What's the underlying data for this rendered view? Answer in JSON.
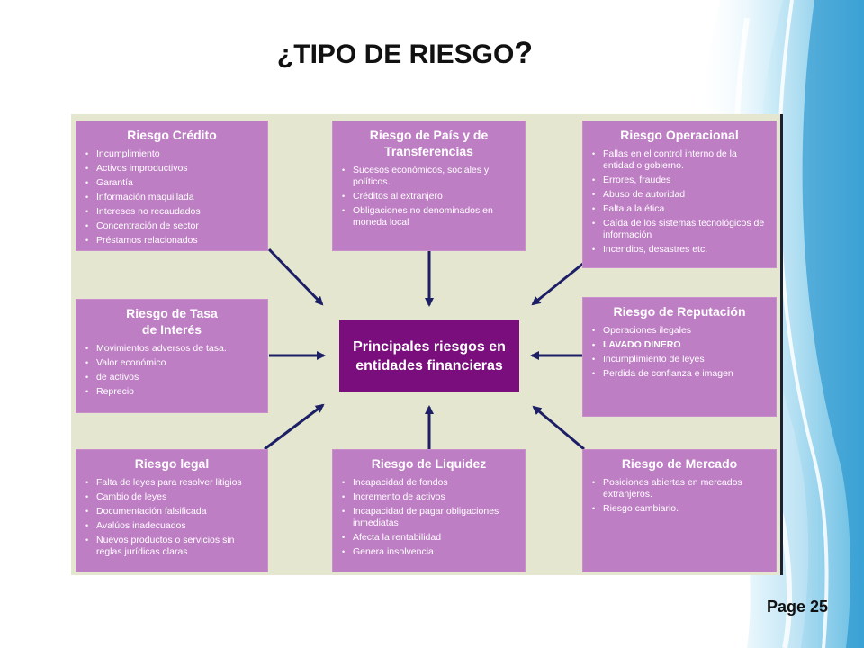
{
  "slide": {
    "title_prefix": "¿",
    "title_main": "TIPO DE RIESGO",
    "title_suffix": "?",
    "page_label": "Page 25"
  },
  "diagram": {
    "center_label": "Principales riesgos en entidades financieras",
    "boxes": {
      "credito": {
        "title": "Riesgo Crédito",
        "items": [
          "Incumplimiento",
          "Activos improductivos",
          "Garantía",
          "Información maquillada",
          "Intereses no recaudados",
          "Concentración de sector",
          "Préstamos relacionados"
        ]
      },
      "pais": {
        "title": "Riesgo de País y de Transferencias",
        "items": [
          "Sucesos económicos, sociales y políticos.",
          "Créditos al extranjero",
          "Obligaciones no denominados en moneda local"
        ]
      },
      "operacional": {
        "title": "Riesgo Operacional",
        "items": [
          "Fallas en el control interno de la entidad o gobierno.",
          "Errores, fraudes",
          "Abuso de autoridad",
          "Falta a la ética",
          "Caída de los sistemas tecnológicos de información",
          "Incendios, desastres etc."
        ]
      },
      "tasa": {
        "title": "Riesgo de Tasa de Interés",
        "items": [
          "Movimientos adversos de tasa.",
          "Valor económico",
          "de activos",
          "Reprecio"
        ]
      },
      "reputacion": {
        "title": "Riesgo de Reputación",
        "items": [
          "Operaciones ilegales",
          "LAVADO DINERO",
          "Incumplimiento de leyes",
          "Perdida de confianza e imagen"
        ]
      },
      "legal": {
        "title": "Riesgo legal",
        "items": [
          "Falta de leyes para resolver litigios",
          "Cambio de leyes",
          "Documentación falsificada",
          "Avalúos inadecuados",
          "Nuevos productos o servicios sin reglas jurídicas claras"
        ]
      },
      "liquidez": {
        "title": "Riesgo de Liquidez",
        "items": [
          "Incapacidad de fondos",
          "Incremento de activos",
          "Incapacidad de pagar obligaciones inmediatas",
          "Afecta la rentabilidad",
          "Genera insolvencia"
        ]
      },
      "mercado": {
        "title": "Riesgo de Mercado",
        "items": [
          "Posiciones abiertas en mercados extranjeros.",
          "Riesgo cambiario."
        ]
      }
    },
    "colors": {
      "box_fill": "#be7ec4",
      "center_fill": "#7a0e7d",
      "board_fill": "#e5e6cf",
      "arrow": "#1c1f66"
    }
  }
}
